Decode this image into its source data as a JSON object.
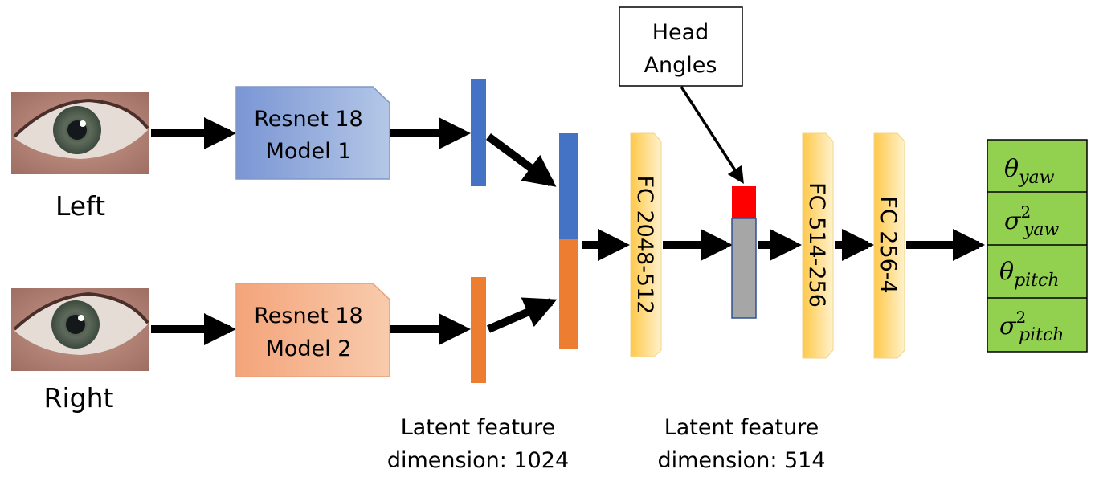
{
  "inputs": {
    "left_label": "Left",
    "right_label": "Right"
  },
  "models": {
    "model1": [
      "Resnet 18",
      "Model 1"
    ],
    "model2": [
      "Resnet 18",
      "Model 2"
    ]
  },
  "head_angles": [
    "Head",
    "Angles"
  ],
  "fc_layers": {
    "fc1": "FC 2048-512",
    "fc2": "FC 514-256",
    "fc3": "FC 256-4"
  },
  "latent_labels": {
    "first": [
      "Latent feature",
      "dimension: 1024"
    ],
    "second": [
      "Latent feature",
      "dimension: 514"
    ]
  },
  "outputs": {
    "theta_yaw": {
      "base": "θ",
      "sub": "yaw"
    },
    "sigma_yaw": {
      "base": "σ",
      "sup": "2",
      "sub": "yaw"
    },
    "theta_pitch": {
      "base": "θ",
      "sub": "pitch"
    },
    "sigma_pitch": {
      "base": "σ",
      "sup": "2",
      "sub": "pitch"
    }
  },
  "colors": {
    "model1_fill": "#8ea9db",
    "model2_fill": "#f4b183",
    "blue_feature": "#4472c4",
    "orange_feature": "#ed7d31",
    "fc_fill": "#ffd966",
    "head_angle_red": "#ff0000",
    "gray_feature": "#a6a6a6",
    "output_green": "#92d050"
  }
}
